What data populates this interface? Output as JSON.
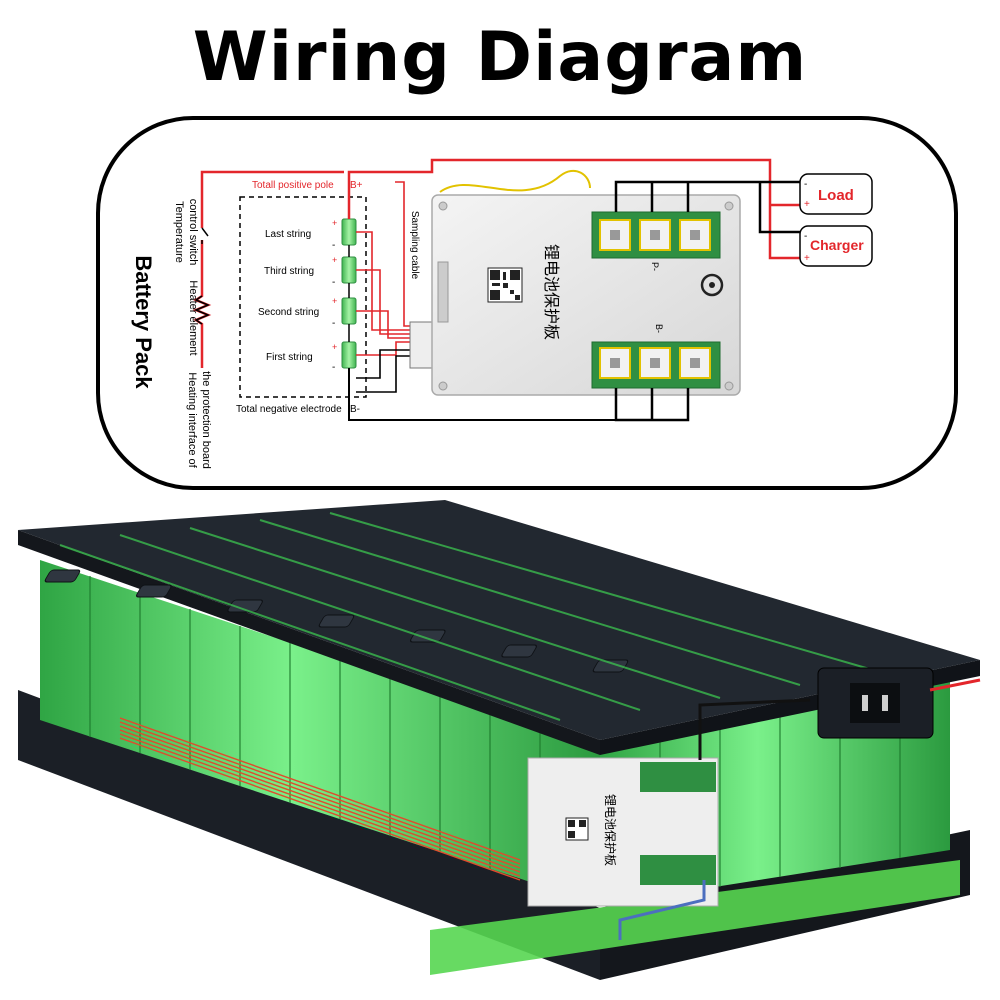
{
  "title": "Wiring Diagram",
  "battery_pack_label": "Battery Pack",
  "side_labels": {
    "temp_switch": [
      "Temperature",
      "control switch"
    ],
    "heater": "Heater element",
    "heating_interface": [
      "Heating interface of",
      "the protection board"
    ]
  },
  "poles": {
    "positive": "Totall positive pole",
    "negative": "Total negative electrode",
    "b_plus": "B+",
    "b_minus": "B-"
  },
  "strings": [
    {
      "label": "Last string"
    },
    {
      "label": "Third string"
    },
    {
      "label": "Second string"
    },
    {
      "label": "First string"
    }
  ],
  "sampling_label": "Sampling cable",
  "board": {
    "chinese_title": "锂电池保护板",
    "p_minus": "P-",
    "b_minus": "B-"
  },
  "outputs": {
    "load": "Load",
    "charger": "Charger",
    "minus": "-",
    "plus": "+"
  },
  "colors": {
    "wire_red": "#e3262b",
    "wire_black": "#111111",
    "cell_green": "#4fdc62",
    "terminal_green": "#2f8f42"
  }
}
